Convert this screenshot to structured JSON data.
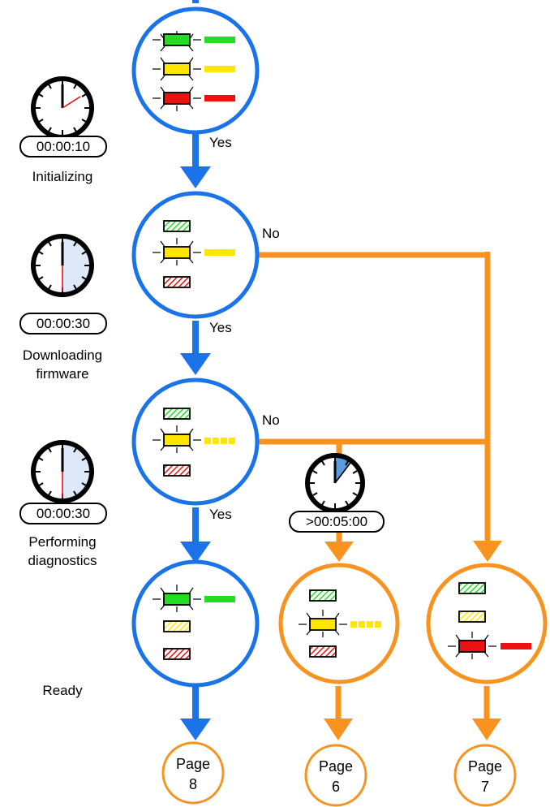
{
  "colors": {
    "blue": "#1a73e8",
    "orange": "#f7931e",
    "led_green": "#22dd22",
    "led_yellow": "#ffe600",
    "led_red": "#ee1111",
    "clock_fill": "#dde9f8",
    "clock_sector": "#5b9be0"
  },
  "steps": [
    {
      "timer": "00:00:10",
      "label_lines": [
        "Initializing"
      ]
    },
    {
      "timer": "00:00:30",
      "label_lines": [
        "Downloading",
        "firmware"
      ]
    },
    {
      "timer": "00:00:30",
      "label_lines": [
        "Performing",
        "diagnostics"
      ]
    },
    {
      "timer": "",
      "label_lines": [
        "Ready"
      ]
    }
  ],
  "branch_labels": {
    "yes1": "Yes",
    "yes2": "Yes",
    "yes3": "Yes",
    "no1": "No",
    "no2": "No"
  },
  "timeout_timer": ">00:05:00",
  "pages": [
    {
      "word": "Page",
      "number": "8"
    },
    {
      "word": "Page",
      "number": "6"
    },
    {
      "word": "Page",
      "number": "7"
    }
  ],
  "states": [
    {
      "name": "all-lights-on",
      "leds": [
        "green-on",
        "yellow-on",
        "red-on"
      ]
    },
    {
      "name": "yellow-solid",
      "leds": [
        "green-off",
        "yellow-on-solid",
        "red-off"
      ]
    },
    {
      "name": "yellow-blinking",
      "leds": [
        "green-off",
        "yellow-on-blink",
        "red-off"
      ]
    },
    {
      "name": "green-on",
      "leds": [
        "green-on-solid",
        "yellow-off",
        "red-off"
      ]
    },
    {
      "name": "yellow-blink-timeout",
      "leds": [
        "green-off",
        "yellow-on-blink",
        "red-off"
      ]
    },
    {
      "name": "red-on",
      "leds": [
        "green-off",
        "yellow-off",
        "red-on-solid"
      ]
    }
  ]
}
